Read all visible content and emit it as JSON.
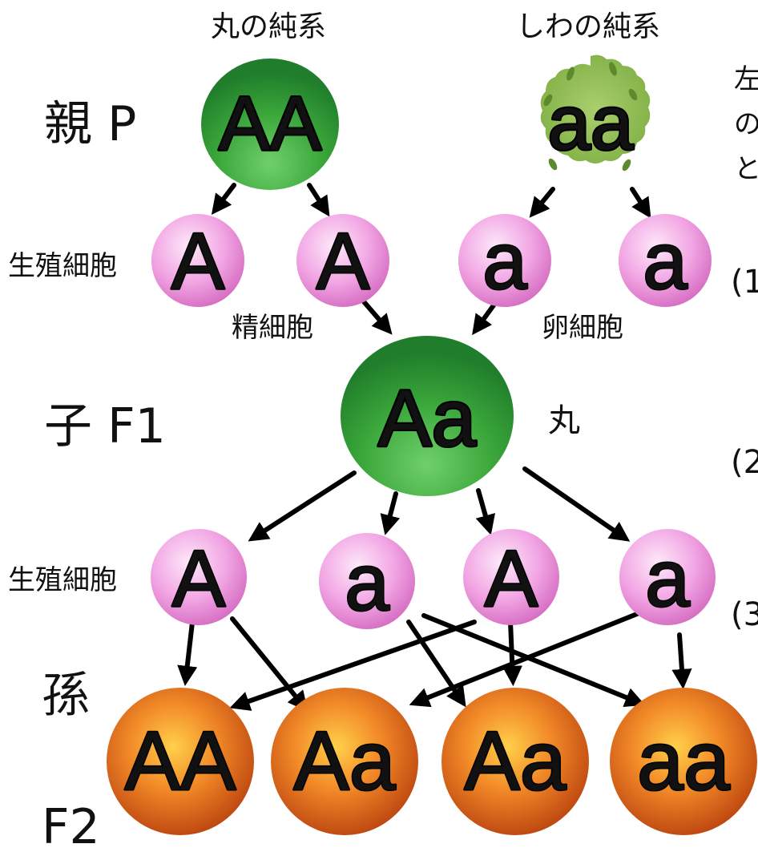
{
  "header": {
    "round_pure": "丸の純系",
    "wrinkled_pure": "しわの純系"
  },
  "generations": {
    "parent": "親 P",
    "child": "子 F1",
    "grandchild_1": "孫",
    "grandchild_2": "F2"
  },
  "labels": {
    "gamete_top": "生殖細胞",
    "gamete_bottom": "生殖細胞",
    "sperm": "精細胞",
    "egg": "卵細胞",
    "f1_trait": "丸"
  },
  "parents": {
    "round": "AA",
    "wrinkled": "aa"
  },
  "gametes_p": [
    "A",
    "A",
    "a",
    "a"
  ],
  "f1": "Aa",
  "gametes_f1": [
    "A",
    "a",
    "A",
    "a"
  ],
  "f2": [
    "AA",
    "Aa",
    "Aa",
    "aa"
  ],
  "side_text": [
    "左",
    "の",
    "と",
    "(1",
    "(2",
    "(3"
  ],
  "colors": {
    "green": "#3aa63a",
    "pink": "#ec8fd8",
    "orange": "#d8621c",
    "wrinkled": "#8fbb54"
  }
}
